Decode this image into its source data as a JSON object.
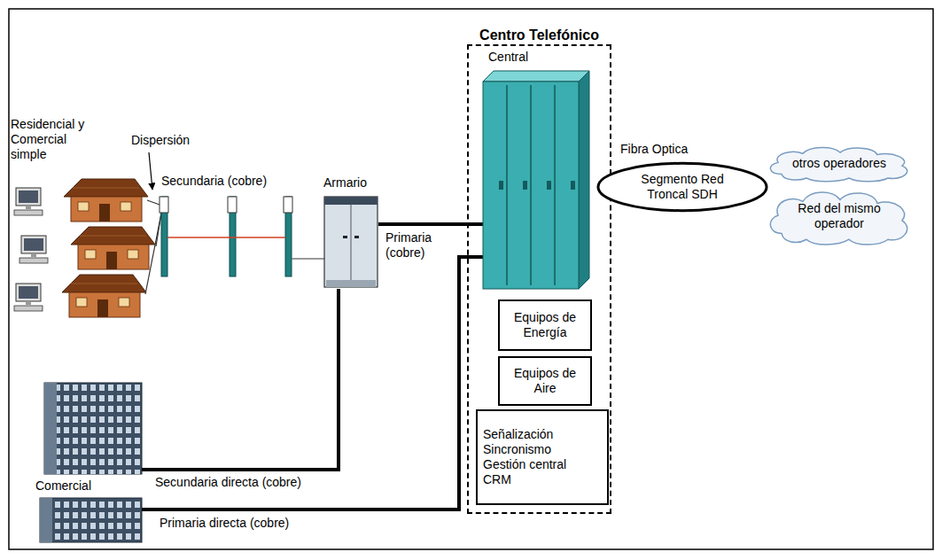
{
  "diagram": {
    "nodes": [
      {
        "text": [
          "Centro Telefónico"
        ]
      },
      {
        "text": [
          "Central"
        ],
        "in": 0
      },
      {
        "text": [
          "Equipos de Energía"
        ],
        "in": 0
      },
      {
        "text": [
          "Equipos de Aire"
        ],
        "in": 0
      },
      {
        "text": [
          "Señalización Sincronismo Gestión central CRM"
        ],
        "in": 0
      },
      {
        "text": [
          "Segmento Red Troncal SDH"
        ]
      },
      {
        "text": [
          "otros operadores"
        ]
      },
      {
        "text": [
          "Red del mismo operador"
        ]
      },
      {
        "text": [
          "Armario"
        ]
      }
    ],
    "edges": [
      {
        "from": 8,
        "to": 1,
        "arrow": "none",
        "label": "Primaria (cobre)"
      }
    ],
    "labels": [
      "Residencial y Comercial simple",
      "Dispersión",
      "Secundaria (cobre)",
      "Secundaria directa (cobre)",
      "Comercial",
      "Primaria directa (cobre)",
      "Fibra Optica"
    ]
  }
}
